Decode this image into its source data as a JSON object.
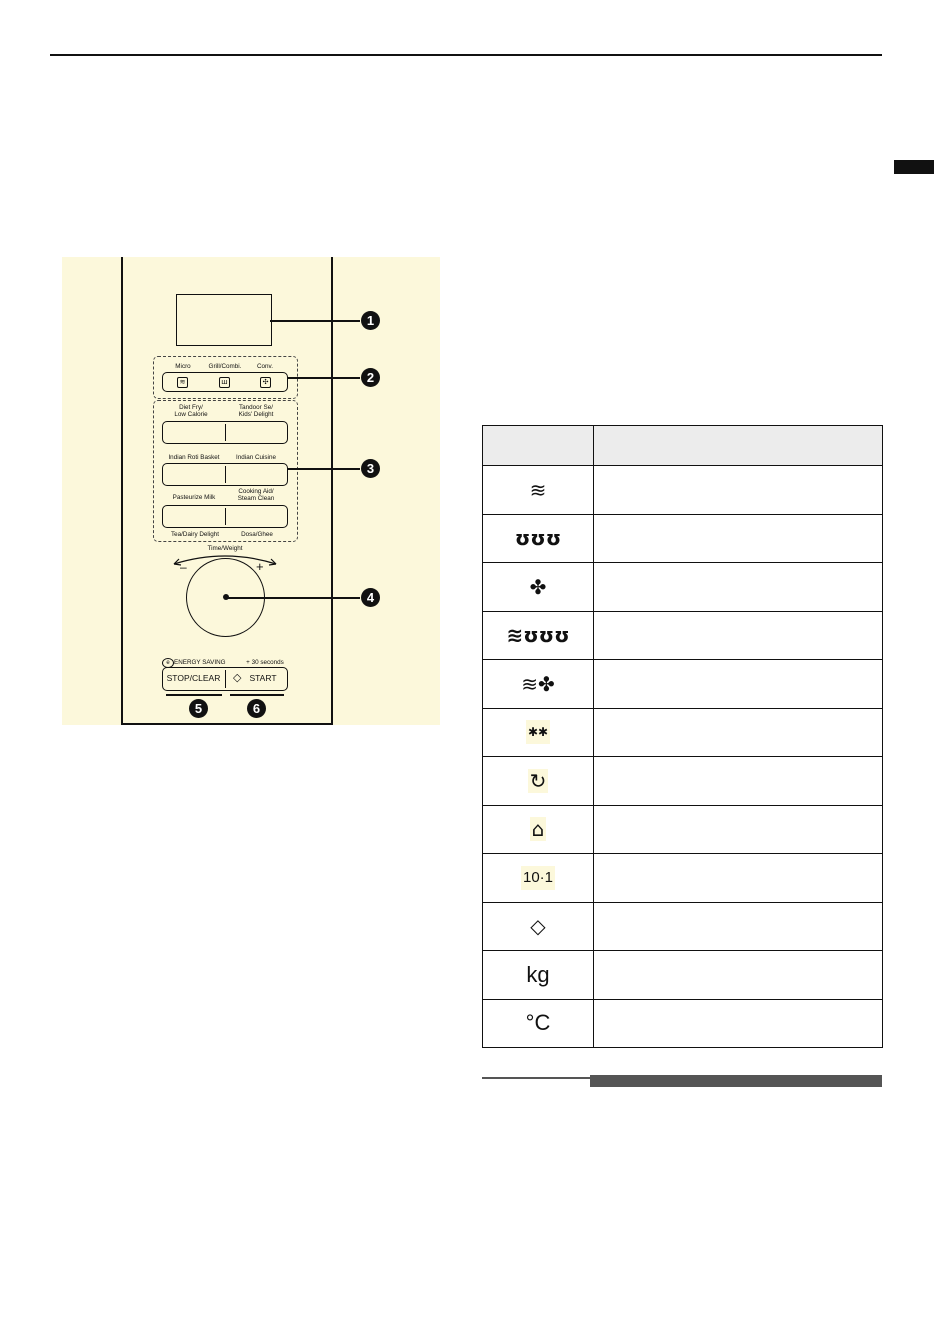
{
  "panel": {
    "mode_labels": {
      "micro": "Micro",
      "grill": "Grill/Combi.",
      "conv": "Conv."
    },
    "menu": {
      "row1_left": "Diet Fry/\nLow Calorie",
      "row1_right": "Tandoor Se/\nKids' Delight",
      "row2_left": "Indian Roti Basket",
      "row2_right": "Indian Cuisine",
      "row3_left": "Pasteurize Milk",
      "row3_right": "Cooking Aid/\nSteam Clean",
      "below_left": "Tea/Dairy Delight",
      "below_right": "Dosa/Ghee"
    },
    "dial": {
      "label": "Time/Weight",
      "minus": "–",
      "plus": "+"
    },
    "energy_saving": "ENERGY SAVING",
    "eco_badge": "e",
    "thirty_seconds": "+ 30 seconds",
    "stop_clear": "STOP/CLEAR",
    "start": "START",
    "start_symbol": "◇",
    "callouts": [
      "1",
      "2",
      "3",
      "4",
      "5",
      "6"
    ]
  },
  "icons": {
    "micro": "≋",
    "grill": "ꟺ",
    "conv": "✣",
    "display_list": [
      {
        "name": "microwave-waves-icon",
        "glyph": "≋"
      },
      {
        "name": "grill-heater-icon",
        "glyph": "ʊʊʊ"
      },
      {
        "name": "convection-fan-icon",
        "glyph": "✤"
      },
      {
        "name": "micro-grill-combo-icon",
        "glyph": "≋ʊʊʊ"
      },
      {
        "name": "micro-convection-combo-icon",
        "glyph": "≋✤"
      },
      {
        "name": "defrost-icon",
        "glyph": "✱✱"
      },
      {
        "name": "rotate-icon",
        "glyph": "↻"
      },
      {
        "name": "child-lock-icon",
        "glyph": "⌂"
      },
      {
        "name": "countdown-icon",
        "glyph": "10·1"
      },
      {
        "name": "start-diamond-icon",
        "glyph": "◇"
      },
      {
        "name": "weight-unit-icon",
        "glyph": "kg"
      },
      {
        "name": "celsius-icon",
        "glyph": "°C"
      }
    ]
  }
}
